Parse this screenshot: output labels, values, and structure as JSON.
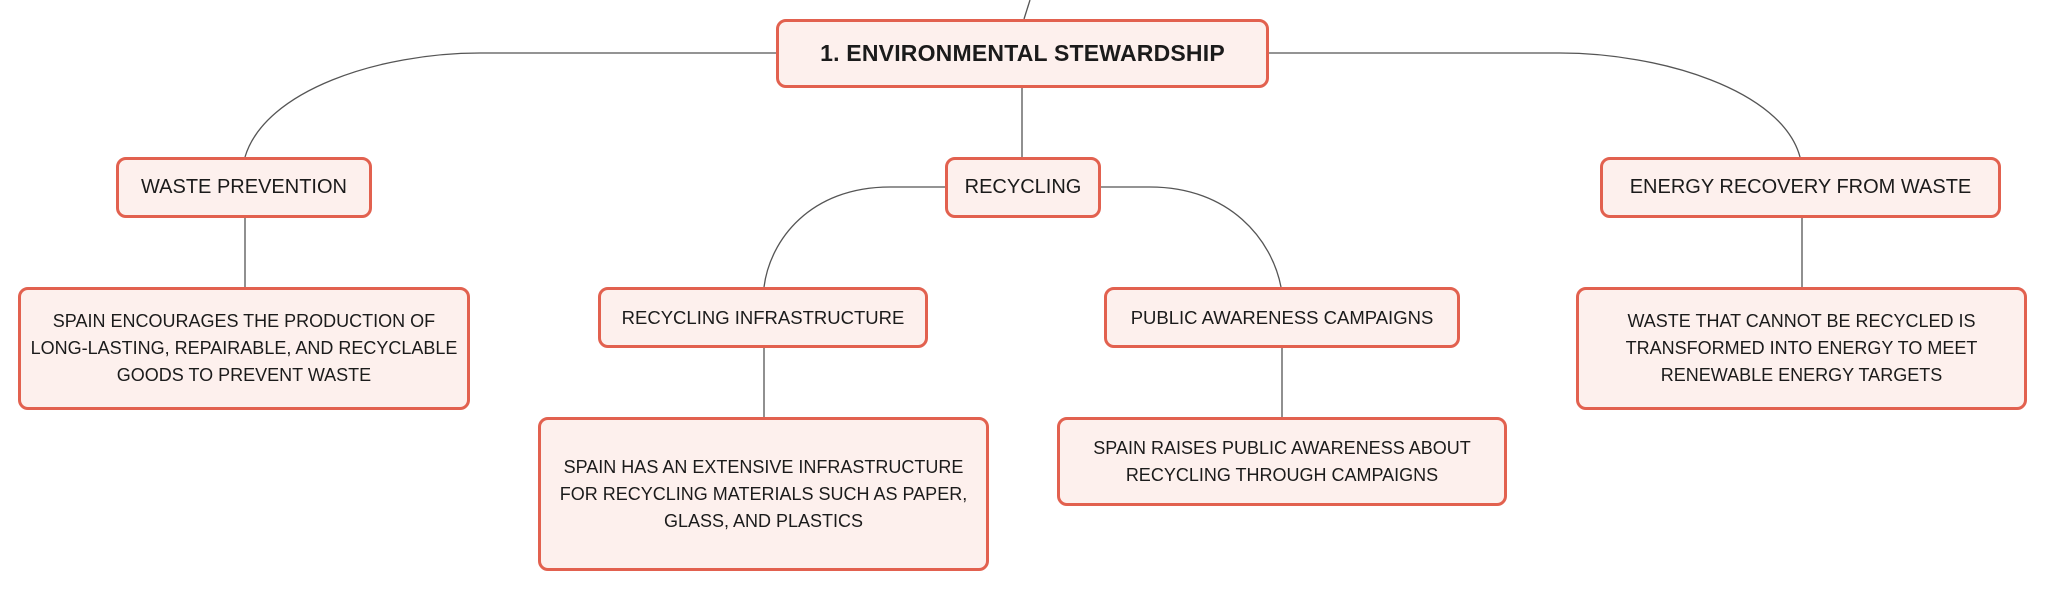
{
  "diagram": {
    "root": {
      "label": "1. ENVIRONMENTAL STEWARDSHIP"
    },
    "branches": [
      {
        "label": "WASTE PREVENTION",
        "detail": "SPAIN ENCOURAGES THE PRODUCTION OF LONG-LASTING, REPAIRABLE, AND RECYCLABLE GOODS TO PREVENT WASTE"
      },
      {
        "label": "RECYCLING",
        "children": [
          {
            "label": "RECYCLING INFRASTRUCTURE",
            "detail": "SPAIN HAS AN EXTENSIVE INFRASTRUCTURE FOR RECYCLING MATERIALS SUCH AS PAPER, GLASS, AND PLASTICS"
          },
          {
            "label": "PUBLIC AWARENESS CAMPAIGNS",
            "detail": "SPAIN RAISES PUBLIC AWARENESS ABOUT RECYCLING THROUGH CAMPAIGNS"
          }
        ]
      },
      {
        "label": "ENERGY RECOVERY FROM WASTE",
        "detail": "WASTE THAT CANNOT BE RECYCLED IS TRANSFORMED INTO ENERGY TO MEET RENEWABLE ENERGY TARGETS"
      }
    ]
  },
  "colors": {
    "node_border": "#e2614f",
    "node_fill": "#fdf0ed",
    "connector": "#555555",
    "text": "#1b1b1b"
  }
}
